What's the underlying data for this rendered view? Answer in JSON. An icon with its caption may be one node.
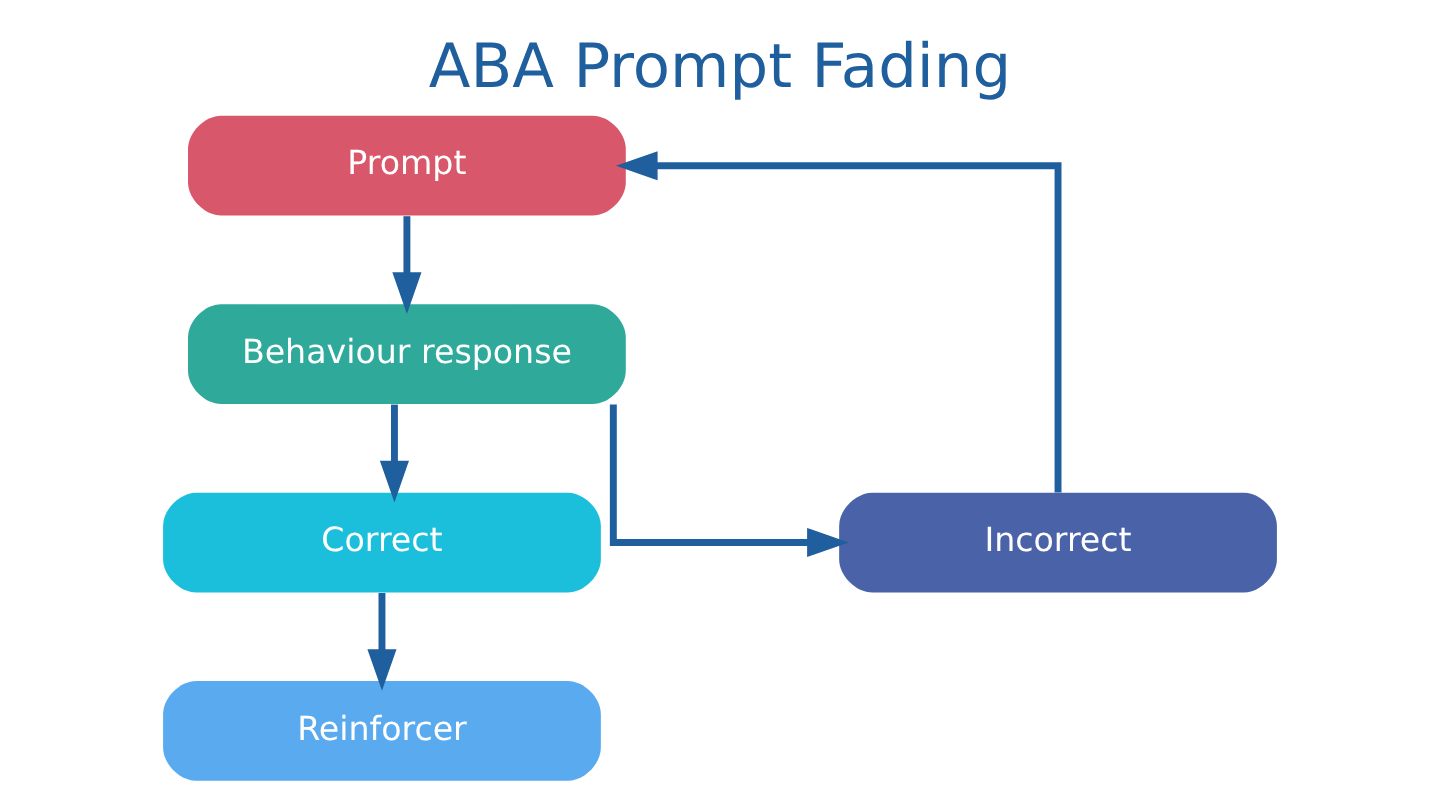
{
  "diagram": {
    "title": "ABA Prompt Fading",
    "nodes": [
      {
        "text": [
          "Prompt"
        ]
      },
      {
        "text": [
          "Behaviour response"
        ]
      },
      {
        "text": [
          "Correct"
        ]
      },
      {
        "text": [
          "Incorrect"
        ]
      },
      {
        "text": [
          "Reinforcer"
        ]
      }
    ],
    "edges": [
      {
        "from": 0,
        "to": 1,
        "arrow": "to"
      },
      {
        "from": 1,
        "to": 2,
        "arrow": "to"
      },
      {
        "from": 1,
        "to": 3,
        "arrow": "to"
      },
      {
        "from": 2,
        "to": 4,
        "arrow": "to"
      },
      {
        "from": 3,
        "to": 0,
        "arrow": "to"
      }
    ]
  }
}
